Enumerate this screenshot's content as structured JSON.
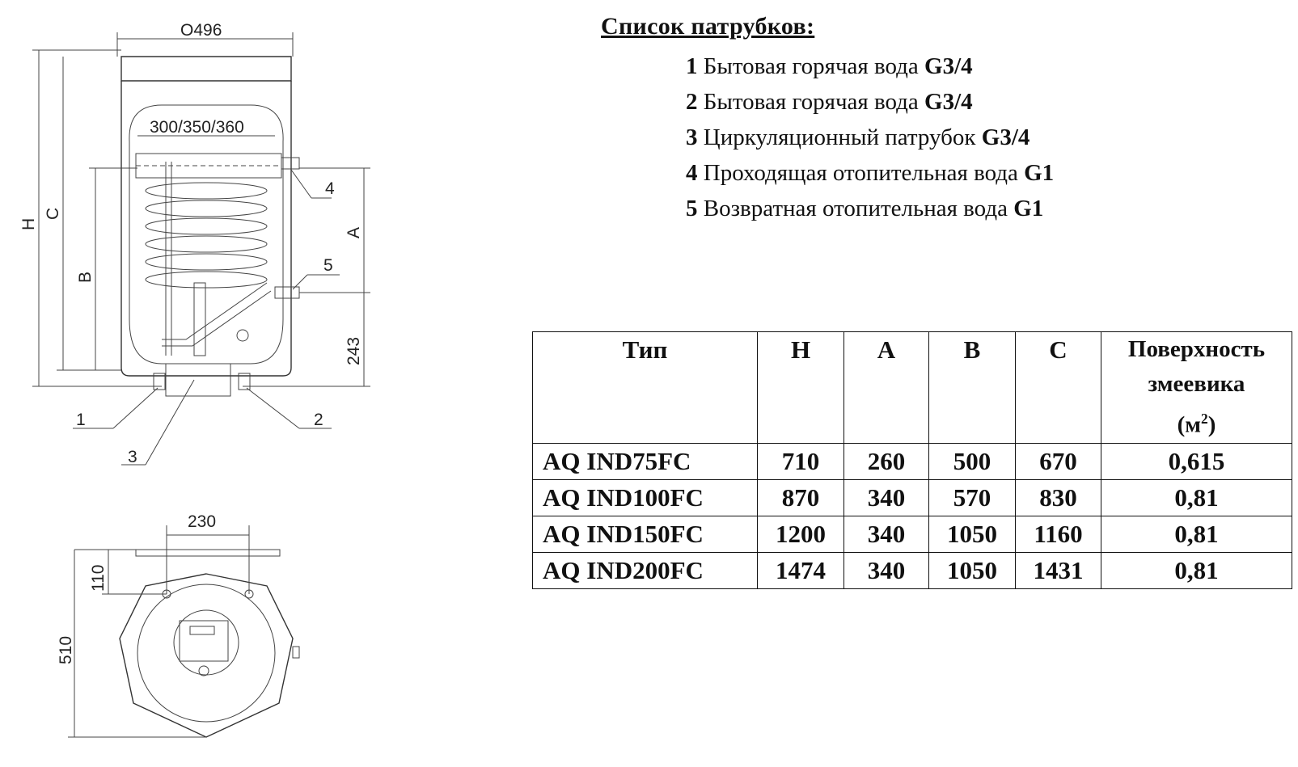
{
  "drawing": {
    "dimensions": {
      "diameter": "O496",
      "coil_width": "300/350/360",
      "height_h": "H",
      "height_c": "C",
      "height_b": "B",
      "height_a": "A",
      "bottom_offset": "243",
      "top_spacing": "230",
      "top_offset": "110",
      "top_diameter": "510"
    },
    "connection_labels": [
      "1",
      "2",
      "3",
      "4",
      "5"
    ]
  },
  "connections": {
    "title": "Список патрубков:",
    "items": [
      {
        "num": "1",
        "text": "Бытовая горячая вода",
        "thread": "G3/4"
      },
      {
        "num": "2",
        "text": "Бытовая горячая вода",
        "thread": "G3/4"
      },
      {
        "num": "3",
        "text": "Циркуляционный патрубок",
        "thread": "G3/4"
      },
      {
        "num": "4",
        "text": "Проходящая отопительная вода",
        "thread": "G1"
      },
      {
        "num": "5",
        "text": "Возвратная отопительная вода",
        "thread": "G1"
      }
    ]
  },
  "table": {
    "headers": {
      "type": "Тип",
      "h": "H",
      "a": "A",
      "b": "B",
      "c": "C",
      "surface_line1": "Поверхность",
      "surface_line2": "змеевика",
      "surface_unit": "(м",
      "surface_unit_sup": "2",
      "surface_unit_close": ")"
    },
    "rows": [
      {
        "type": "AQ IND75FC",
        "h": "710",
        "a": "260",
        "b": "500",
        "c": "670",
        "surface": "0,615"
      },
      {
        "type": "AQ IND100FC",
        "h": "870",
        "a": "340",
        "b": "570",
        "c": "830",
        "surface": "0,81"
      },
      {
        "type": "AQ IND150FC",
        "h": "1200",
        "a": "340",
        "b": "1050",
        "c": "1160",
        "surface": "0,81"
      },
      {
        "type": "AQ IND200FC",
        "h": "1474",
        "a": "340",
        "b": "1050",
        "c": "1431",
        "surface": "0,81"
      }
    ]
  }
}
